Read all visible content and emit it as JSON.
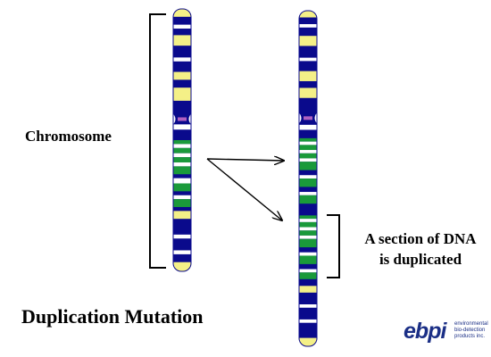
{
  "labels": {
    "chromosome": "Chromosome",
    "duplicated_line1": "A section of DNA",
    "duplicated_line2": "is duplicated",
    "title": "Duplication Mutation"
  },
  "logo": {
    "word": "ebpi",
    "tagline": [
      "environmental",
      "bio-detection",
      "products inc."
    ],
    "color": "#1b2f86"
  },
  "colors": {
    "chromosome_body": "#0a0a8c",
    "band_yellow": "#f4f087",
    "band_green": "#1a9a3a",
    "band_white": "#ffffff",
    "centromere": "#b060c0",
    "line": "#000000"
  },
  "diagram": {
    "original_chromosome": {
      "name": "original-chromosome",
      "centromere_fraction": 0.42,
      "arrow_source_fraction": 0.57,
      "bands": [
        {
          "f0": 0.0,
          "f1": 0.03,
          "c": "yellow"
        },
        {
          "f0": 0.06,
          "f1": 0.075,
          "c": "white"
        },
        {
          "f0": 0.1,
          "f1": 0.14,
          "c": "yellow"
        },
        {
          "f0": 0.185,
          "f1": 0.2,
          "c": "white"
        },
        {
          "f0": 0.24,
          "f1": 0.27,
          "c": "yellow"
        },
        {
          "f0": 0.3,
          "f1": 0.35,
          "c": "yellow"
        },
        {
          "f0": 0.44,
          "f1": 0.46,
          "c": "white"
        },
        {
          "f0": 0.5,
          "f1": 0.515,
          "c": "green"
        },
        {
          "f0": 0.515,
          "f1": 0.53,
          "c": "white"
        },
        {
          "f0": 0.53,
          "f1": 0.55,
          "c": "green"
        },
        {
          "f0": 0.55,
          "f1": 0.565,
          "c": "white"
        },
        {
          "f0": 0.565,
          "f1": 0.585,
          "c": "green"
        },
        {
          "f0": 0.585,
          "f1": 0.6,
          "c": "white"
        },
        {
          "f0": 0.6,
          "f1": 0.63,
          "c": "green"
        },
        {
          "f0": 0.645,
          "f1": 0.665,
          "c": "white"
        },
        {
          "f0": 0.665,
          "f1": 0.695,
          "c": "green"
        },
        {
          "f0": 0.71,
          "f1": 0.725,
          "c": "white"
        },
        {
          "f0": 0.725,
          "f1": 0.755,
          "c": "green"
        },
        {
          "f0": 0.77,
          "f1": 0.8,
          "c": "yellow"
        },
        {
          "f0": 0.86,
          "f1": 0.875,
          "c": "white"
        },
        {
          "f0": 0.92,
          "f1": 0.935,
          "c": "white"
        },
        {
          "f0": 0.965,
          "f1": 1.0,
          "c": "yellow"
        }
      ]
    },
    "mutated_chromosome": {
      "name": "mutated-chromosome",
      "centromere_fraction": 0.32,
      "arrow_target_1_fraction": 0.45,
      "arrow_target_2_fraction": 0.63,
      "bracket_fractions": [
        0.61,
        0.8
      ],
      "bands": [
        {
          "f0": 0.0,
          "f1": 0.02,
          "c": "yellow"
        },
        {
          "f0": 0.04,
          "f1": 0.05,
          "c": "white"
        },
        {
          "f0": 0.075,
          "f1": 0.105,
          "c": "yellow"
        },
        {
          "f0": 0.14,
          "f1": 0.15,
          "c": "white"
        },
        {
          "f0": 0.18,
          "f1": 0.21,
          "c": "yellow"
        },
        {
          "f0": 0.23,
          "f1": 0.26,
          "c": "yellow"
        },
        {
          "f0": 0.34,
          "f1": 0.355,
          "c": "white"
        },
        {
          "f0": 0.38,
          "f1": 0.39,
          "c": "green"
        },
        {
          "f0": 0.39,
          "f1": 0.4,
          "c": "white"
        },
        {
          "f0": 0.4,
          "f1": 0.415,
          "c": "green"
        },
        {
          "f0": 0.415,
          "f1": 0.425,
          "c": "white"
        },
        {
          "f0": 0.425,
          "f1": 0.44,
          "c": "green"
        },
        {
          "f0": 0.44,
          "f1": 0.45,
          "c": "white"
        },
        {
          "f0": 0.45,
          "f1": 0.475,
          "c": "green"
        },
        {
          "f0": 0.49,
          "f1": 0.5,
          "c": "white"
        },
        {
          "f0": 0.5,
          "f1": 0.525,
          "c": "green"
        },
        {
          "f0": 0.54,
          "f1": 0.55,
          "c": "white"
        },
        {
          "f0": 0.55,
          "f1": 0.575,
          "c": "green"
        },
        {
          "f0": 0.61,
          "f1": 0.62,
          "c": "green"
        },
        {
          "f0": 0.62,
          "f1": 0.63,
          "c": "white"
        },
        {
          "f0": 0.63,
          "f1": 0.645,
          "c": "green"
        },
        {
          "f0": 0.645,
          "f1": 0.655,
          "c": "white"
        },
        {
          "f0": 0.655,
          "f1": 0.67,
          "c": "green"
        },
        {
          "f0": 0.67,
          "f1": 0.68,
          "c": "white"
        },
        {
          "f0": 0.68,
          "f1": 0.705,
          "c": "green"
        },
        {
          "f0": 0.72,
          "f1": 0.73,
          "c": "white"
        },
        {
          "f0": 0.73,
          "f1": 0.755,
          "c": "green"
        },
        {
          "f0": 0.77,
          "f1": 0.78,
          "c": "white"
        },
        {
          "f0": 0.78,
          "f1": 0.8,
          "c": "green"
        },
        {
          "f0": 0.82,
          "f1": 0.84,
          "c": "yellow"
        },
        {
          "f0": 0.875,
          "f1": 0.885,
          "c": "white"
        },
        {
          "f0": 0.92,
          "f1": 0.93,
          "c": "white"
        },
        {
          "f0": 0.975,
          "f1": 1.0,
          "c": "yellow"
        }
      ]
    }
  }
}
